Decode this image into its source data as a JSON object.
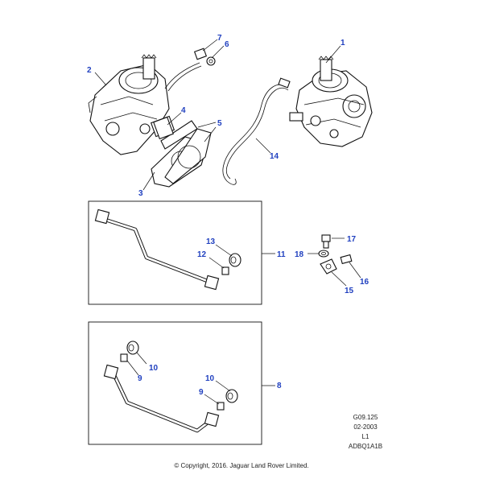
{
  "callouts": {
    "c1": "1",
    "c2": "2",
    "c3": "3",
    "c4": "4",
    "c5": "5",
    "c6": "6",
    "c7": "7",
    "c8": "8",
    "c9a": "9",
    "c9b": "9",
    "c10a": "10",
    "c10b": "10",
    "c11": "11",
    "c12": "12",
    "c13": "13",
    "c14": "14",
    "c15": "15",
    "c16": "16",
    "c17": "17",
    "c18": "18"
  },
  "reference": {
    "code": "G09.125",
    "date": "02-2003",
    "level": "L1",
    "id": "ADBQ1A1B"
  },
  "footer": {
    "copyright": "© Copyright, 2016. Jaguar Land Rover Limited."
  },
  "colors": {
    "callout": "#1f3fbf",
    "line": "#111111"
  }
}
